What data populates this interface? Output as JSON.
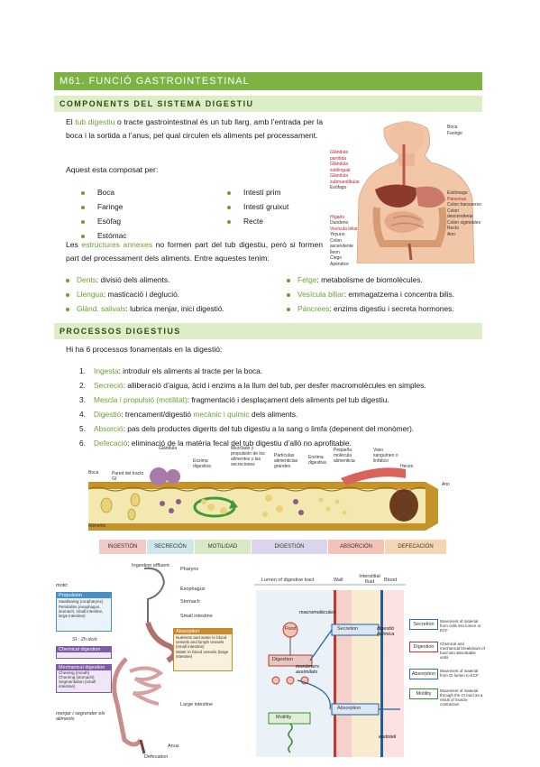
{
  "header": {
    "title": "M61. FUNCIÓ GASTROINTESTINAL"
  },
  "section1": {
    "title": "COMPONENTS DEL SISTEMA DIGESTIU",
    "intro_pre": "El ",
    "intro_term": "tub digestiu",
    "intro_post": " o tracte gastrointestinal és un tub llarg, amb l’entrada per la boca i la sortida a l’anus, pel qual circulen els aliments pel processament.",
    "composition": "Aquest esta composat per:",
    "organs_col1": [
      "Boca",
      "Faringe",
      "Esòfag",
      "Estómac"
    ],
    "organs_col2": [
      "Intestí prim",
      "Intestí gruixut",
      "Recte"
    ],
    "annex_pre": "Les ",
    "annex_term": "estructures annexes",
    "annex_post": " no formen part del tub digestiu, però si formen part del processament dels aliments. Entre aquestes tenim:",
    "annexes_left": [
      {
        "term": "Dents",
        "desc": ": divisió dels aliments."
      },
      {
        "term": "Llengua",
        "desc": ": masticació i deglució."
      },
      {
        "term": "Glànd. salivals",
        "desc": ": lubrica menjar, inici digestió."
      }
    ],
    "annexes_right": [
      {
        "term": "Fetge",
        "desc": ": metabolisme de biomolècules."
      },
      {
        "term": "Vesícula biliar",
        "desc": ": emmagatzema i concentra bilis."
      },
      {
        "term": "Páncrees",
        "desc": ": enzims digestiu i secreta hormones."
      }
    ],
    "figure_labels_left": [
      "Glándula parótida",
      "Glándula sublingual",
      "Glándula submandibular",
      "Esófago",
      "Hígado",
      "Duodeno",
      "Vesícula biliar",
      "Yeyuno",
      "Colon ascendente",
      "Íleon",
      "Ciego",
      "Apéndice"
    ],
    "figure_labels_right": [
      "Boca",
      "Faringe",
      "Estómago",
      "Páncreas",
      "Colon transverso",
      "Colon descendente",
      "Colon sigmoideo",
      "Recto",
      "Ano"
    ]
  },
  "section2": {
    "title": "PROCESSOS DIGESTIUS",
    "intro": "Hi ha 6 processos fonamentals en la digestió:",
    "processes": [
      {
        "n": "1.",
        "term": "Ingesta",
        "desc": ": introduir els aliments al tracte per la boca."
      },
      {
        "n": "2.",
        "term": "Secreció",
        "desc": ": alliberació d’aigua, àcid i enzims a la llum del tub, per desfer macromolècules en simples."
      },
      {
        "n": "3.",
        "term": "Mescla i propulsió (motilitat)",
        "desc": ": fragmentació i desplaçament dels aliments pel tub digestiu."
      },
      {
        "n": "4.",
        "term": "Digestió",
        "desc": ": trencament/digestió ",
        "term2": "mecànic i químic",
        "desc2": " dels aliments."
      },
      {
        "n": "5.",
        "term": "Absorció",
        "desc": ": pas dels productes digerits del tub digestiu a la sang o limfa (depenent del monòmer)."
      },
      {
        "n": "6.",
        "term": "Defecació",
        "desc": ": eliminació de la matèria fecal del tub digestiu d’allò no aprofitable."
      }
    ]
  },
  "diagram": {
    "labels": [
      "Boca",
      "Pared del tracto GI",
      "Glándula",
      "Enzima digestiva",
      "Mezclado y propulsión de los alimentos y las secreciones",
      "Partículas alimenticias grandes",
      "Enzima digestiva",
      "Pequeña molécula alimenticia",
      "Vaso sanguíneo o linfático",
      "Heces",
      "Ano",
      "Alimento"
    ],
    "bands": [
      {
        "label": "INGESTIÓN",
        "color": "#f2c9c4"
      },
      {
        "label": "SECRECIÓN",
        "color": "#cfe6ea"
      },
      {
        "label": "MOTILIDAD",
        "color": "#d9e8c5"
      },
      {
        "label": "DIGESTIÓN",
        "color": "#dcd4ea"
      },
      {
        "label": "ABSORCIÓN",
        "color": "#f4c2b8"
      },
      {
        "label": "DEFECACIÓN",
        "color": "#f6d6b1"
      }
    ]
  },
  "bottom_left": {
    "handwritten": [
      "motic",
      "SI : 2h dció",
      "menjar i segrender els aliments"
    ],
    "box_labels": [
      "Propulsion",
      "Chemical digestion",
      "Mechanical digestion",
      "Absorption"
    ],
    "box_items": [
      "Swallowing (oropharynx)",
      "Peristalsis (esophagus, stomach, small intestine, large intestine)",
      "Chewing (mouth)",
      "Churning (stomach)",
      "Segmentation (small intestine)",
      "Nutrients and water to blood vessels and lymph vessels (small intestine)",
      "Water to blood vessels (large intestine)"
    ],
    "organ_labels": [
      "Ingestion effluent",
      "Pharynx",
      "Esophagus",
      "Stomach",
      "Small intestine",
      "Large intestine",
      "Anus",
      "Defecation"
    ]
  },
  "bottom_right": {
    "headers": [
      "Lumen of digestive tract",
      "Wall",
      "Interstitial fluid",
      "Blood"
    ],
    "handwritten": [
      "macromolècules",
      "digestió química",
      "monòmers assimilats",
      "endoteli"
    ],
    "nodes": [
      "Food",
      "Digestion",
      "Motility",
      "Secretion",
      "Absorption"
    ],
    "legend": [
      {
        "label": "Secretion",
        "desc": "Movement of material from cells into lumen or ECF",
        "color": "#2f6fb0"
      },
      {
        "label": "Digestion",
        "desc": "Chemical and mechanical breakdown of food into absorbable units",
        "color": "#c0392b"
      },
      {
        "label": "Absorption",
        "desc": "Movement of material from GI lumen to ECF",
        "color": "#2f6fb0"
      },
      {
        "label": "Motility",
        "desc": "Movement of material through the GI tract as a result of muscle contraction",
        "color": "#3c8d2f"
      }
    ]
  }
}
